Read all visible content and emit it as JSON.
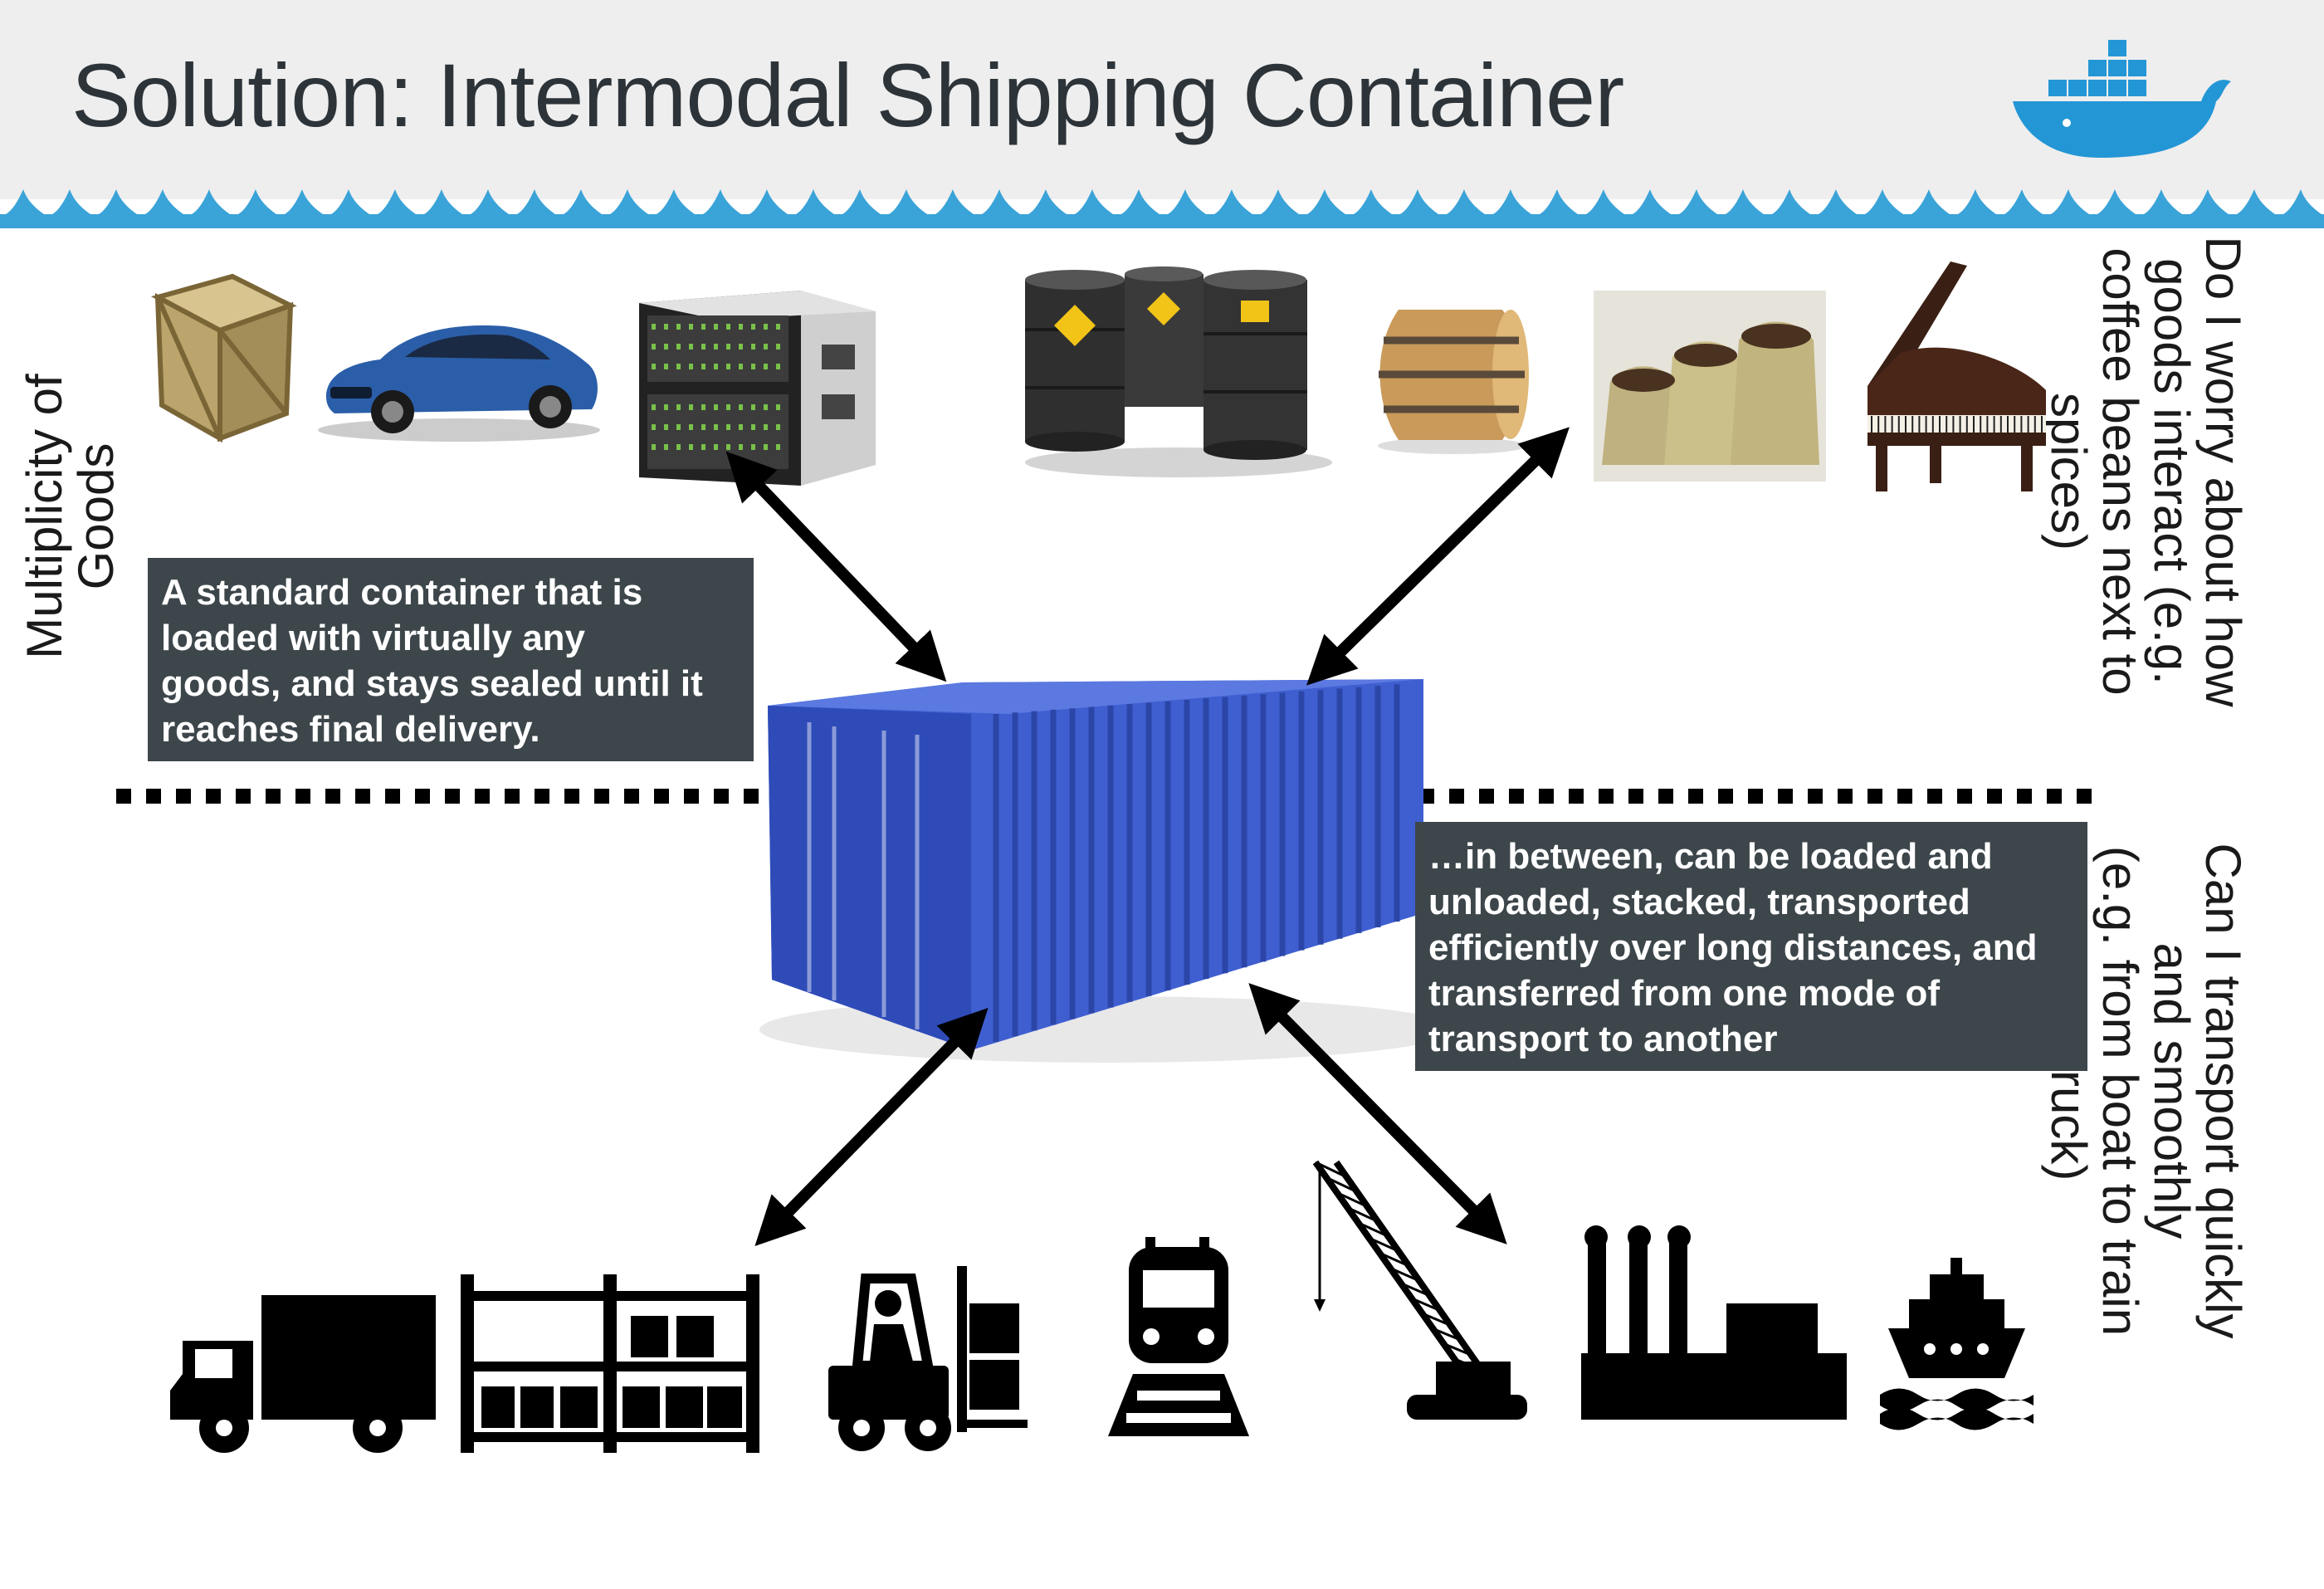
{
  "slide": {
    "title": "Solution: Intermodal Shipping Container",
    "left_label": [
      "Multiplicity of",
      "Goods"
    ],
    "right_top_label": [
      "Do I worry about how",
      "goods interact (e.g.",
      "coffee beans next to",
      "spices)"
    ],
    "right_bottom_label": [
      "Can I transport quickly",
      "and smoothly",
      "(e.g. from boat to train",
      "to truck)"
    ],
    "callout_top": [
      "A standard container that is",
      "loaded with virtually any",
      "goods, and stays sealed until it",
      "reaches final delivery."
    ],
    "callout_bottom": [
      "…in between, can be loaded and",
      "unloaded, stacked, transported",
      "efficiently over long distances, and",
      "transferred from one mode of",
      "transport to another"
    ]
  },
  "colors": {
    "header_bg": "#eeeeee",
    "wave": "#3aa3d8",
    "callout_bg": "#3d464b",
    "container_blue": "#3f5fd1"
  },
  "icons": {
    "logo": "docker-whale-icon",
    "goods": [
      "crate-icon",
      "car-icon",
      "server-rack-icon",
      "oil-barrels-icon",
      "wooden-barrel-icon",
      "coffee-sacks-icon",
      "piano-icon"
    ],
    "transport": [
      "truck-icon",
      "warehouse-rack-icon",
      "forklift-icon",
      "train-icon",
      "crane-icon",
      "factory-icon",
      "ship-icon"
    ]
  }
}
